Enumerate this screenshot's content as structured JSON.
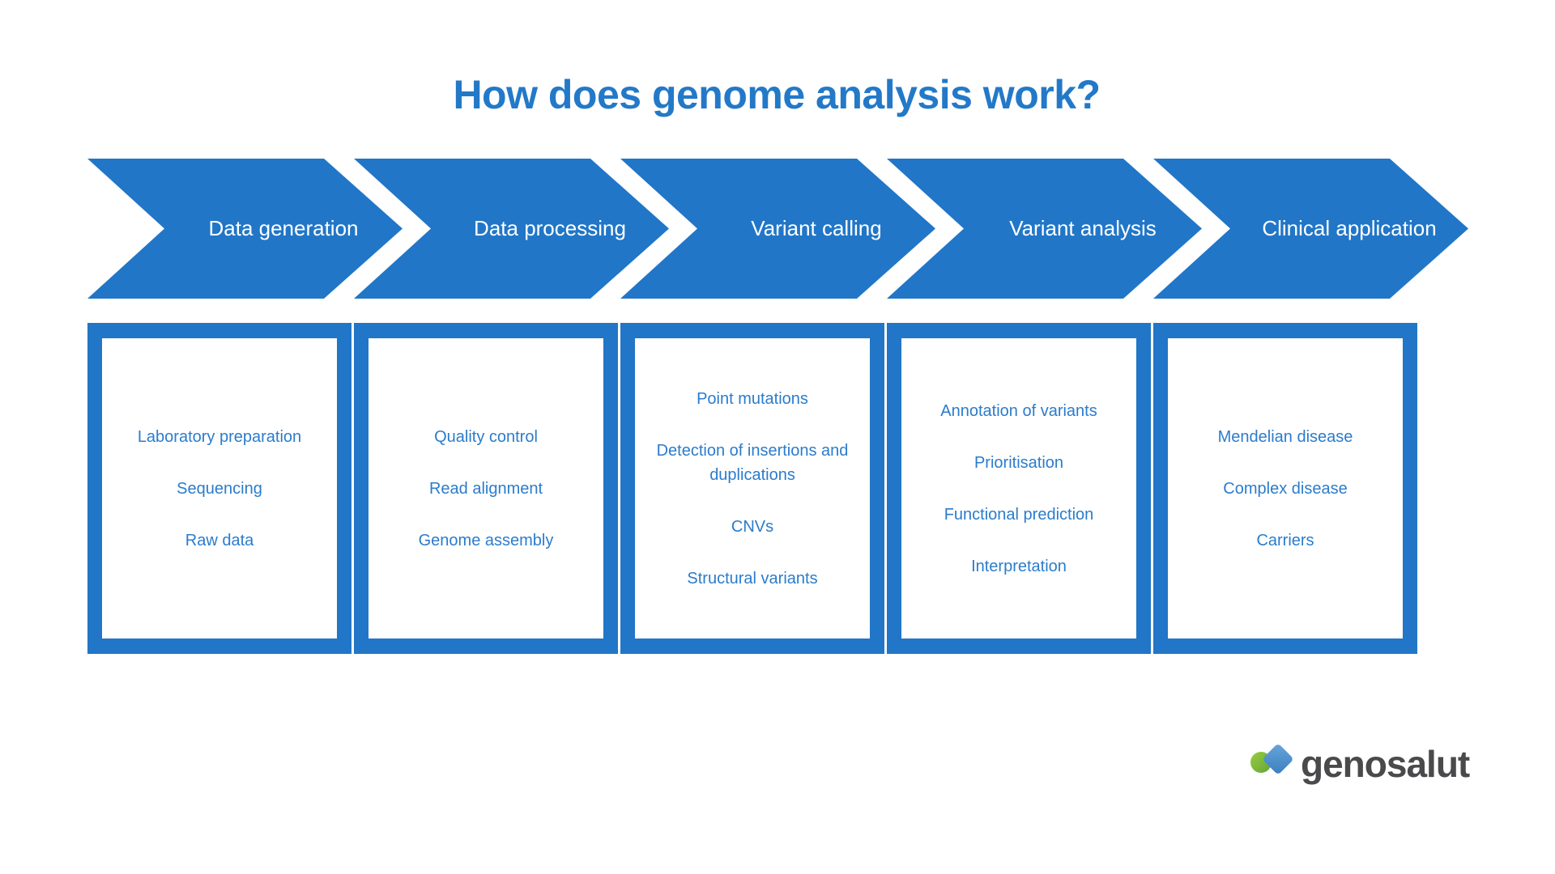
{
  "title": "How does genome analysis work?",
  "colors": {
    "accent_blue": "#2176c7",
    "title_blue": "#2379c8",
    "item_text_blue": "#2b7ccc",
    "arrow_label_white": "#ffffff",
    "logo_text_gray": "#4a4a4c",
    "logo_green": "#7dbe3c",
    "logo_blue": "#4c8fcc"
  },
  "stages": [
    {
      "label": "Data generation",
      "items": [
        "Laboratory preparation",
        "Sequencing",
        "Raw data"
      ]
    },
    {
      "label": "Data processing",
      "items": [
        "Quality control",
        "Read alignment",
        "Genome assembly"
      ]
    },
    {
      "label": "Variant calling",
      "items": [
        "Point mutations",
        "Detection of insertions and duplications",
        "CNVs",
        "Structural variants"
      ]
    },
    {
      "label": "Variant analysis",
      "items": [
        "Annotation of variants",
        "Prioritisation",
        "Functional prediction",
        "Interpretation"
      ]
    },
    {
      "label": "Clinical application",
      "items": [
        "Mendelian disease",
        "Complex disease",
        "Carriers"
      ]
    }
  ],
  "logo": {
    "text": "genosalut"
  }
}
